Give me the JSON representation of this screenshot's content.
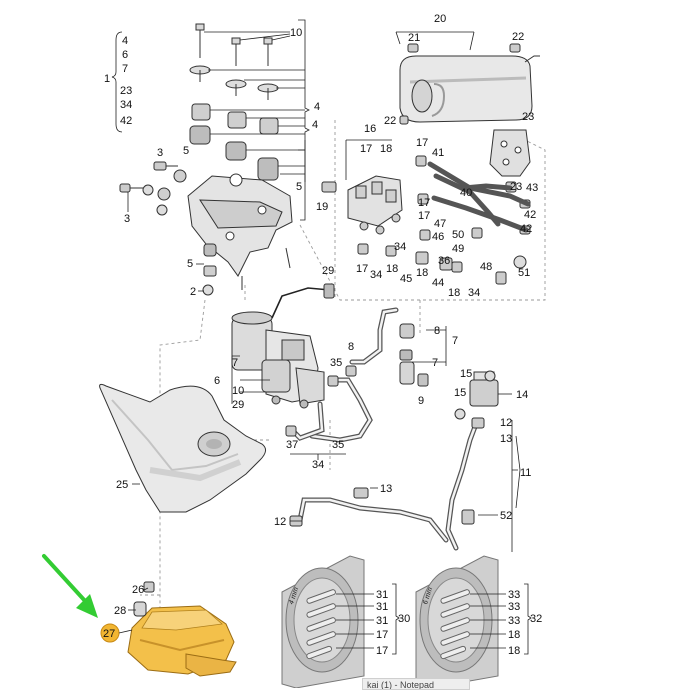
{
  "labels": {
    "l1": "1",
    "l2": "2",
    "l3a": "3",
    "l3b": "3",
    "l4a": "4",
    "l4b": "4",
    "l5a": "5",
    "l5b": "5",
    "l5c": "5",
    "l6": "6",
    "l7a": "7",
    "l7b": "7",
    "l7c": "7",
    "l8a": "8",
    "l8b": "8",
    "l9": "9",
    "l10a": "10",
    "l10b": "10",
    "l11": "11",
    "l12a": "12",
    "l12b": "12",
    "l13a": "13",
    "l13b": "13",
    "l14": "14",
    "l15a": "15",
    "l15b": "15",
    "l16": "16",
    "l17a": "17",
    "l17b": "17",
    "l17c": "17",
    "l17d": "17",
    "l17e": "17",
    "l17f": "17",
    "l17g": "17",
    "l18a": "18",
    "l18b": "18",
    "l18c": "18",
    "l18d": "18",
    "l18e": "18",
    "l18f": "18",
    "l19": "19",
    "l20": "20",
    "l21": "21",
    "l22a": "22",
    "l22b": "22",
    "l23a": "23",
    "l23b": "23",
    "l25": "25",
    "l26": "26",
    "l27": "27",
    "l28": "28",
    "l29a": "29",
    "l29b": "29",
    "l30": "30",
    "l31a": "31",
    "l31b": "31",
    "l31c": "31",
    "l32": "32",
    "l33a": "33",
    "l33b": "33",
    "l33c": "33",
    "l34a": "34",
    "l34b": "34",
    "l34c": "34",
    "l34d": "34",
    "l35a": "35",
    "l35b": "35",
    "l36": "36",
    "l37": "37",
    "l40": "40",
    "l41": "41",
    "l42a": "42",
    "l42b": "42",
    "l43": "43",
    "l44": "44",
    "l45": "45",
    "l46": "46",
    "l47": "47",
    "l48": "48",
    "l49": "49",
    "l50": "50",
    "l51": "51",
    "l52": "52",
    "bracket1_items": [
      "4",
      "6",
      "7",
      "23",
      "34",
      "42"
    ]
  },
  "plate_left_text": "4 mm",
  "plate_right_text": "6 mm",
  "taskbar_text": "kai (1) - Notepad",
  "colors": {
    "arrow": "#33cc33",
    "highlight_circle": "#f2b632",
    "part_fill": "#e8e8e8",
    "part_shadow": "#b8b8b8",
    "control_unit": "#f3c04a",
    "control_unit_dark": "#c8922a"
  },
  "icons": {
    "arrow": "down-right-arrow",
    "highlight": "callout-circle"
  }
}
